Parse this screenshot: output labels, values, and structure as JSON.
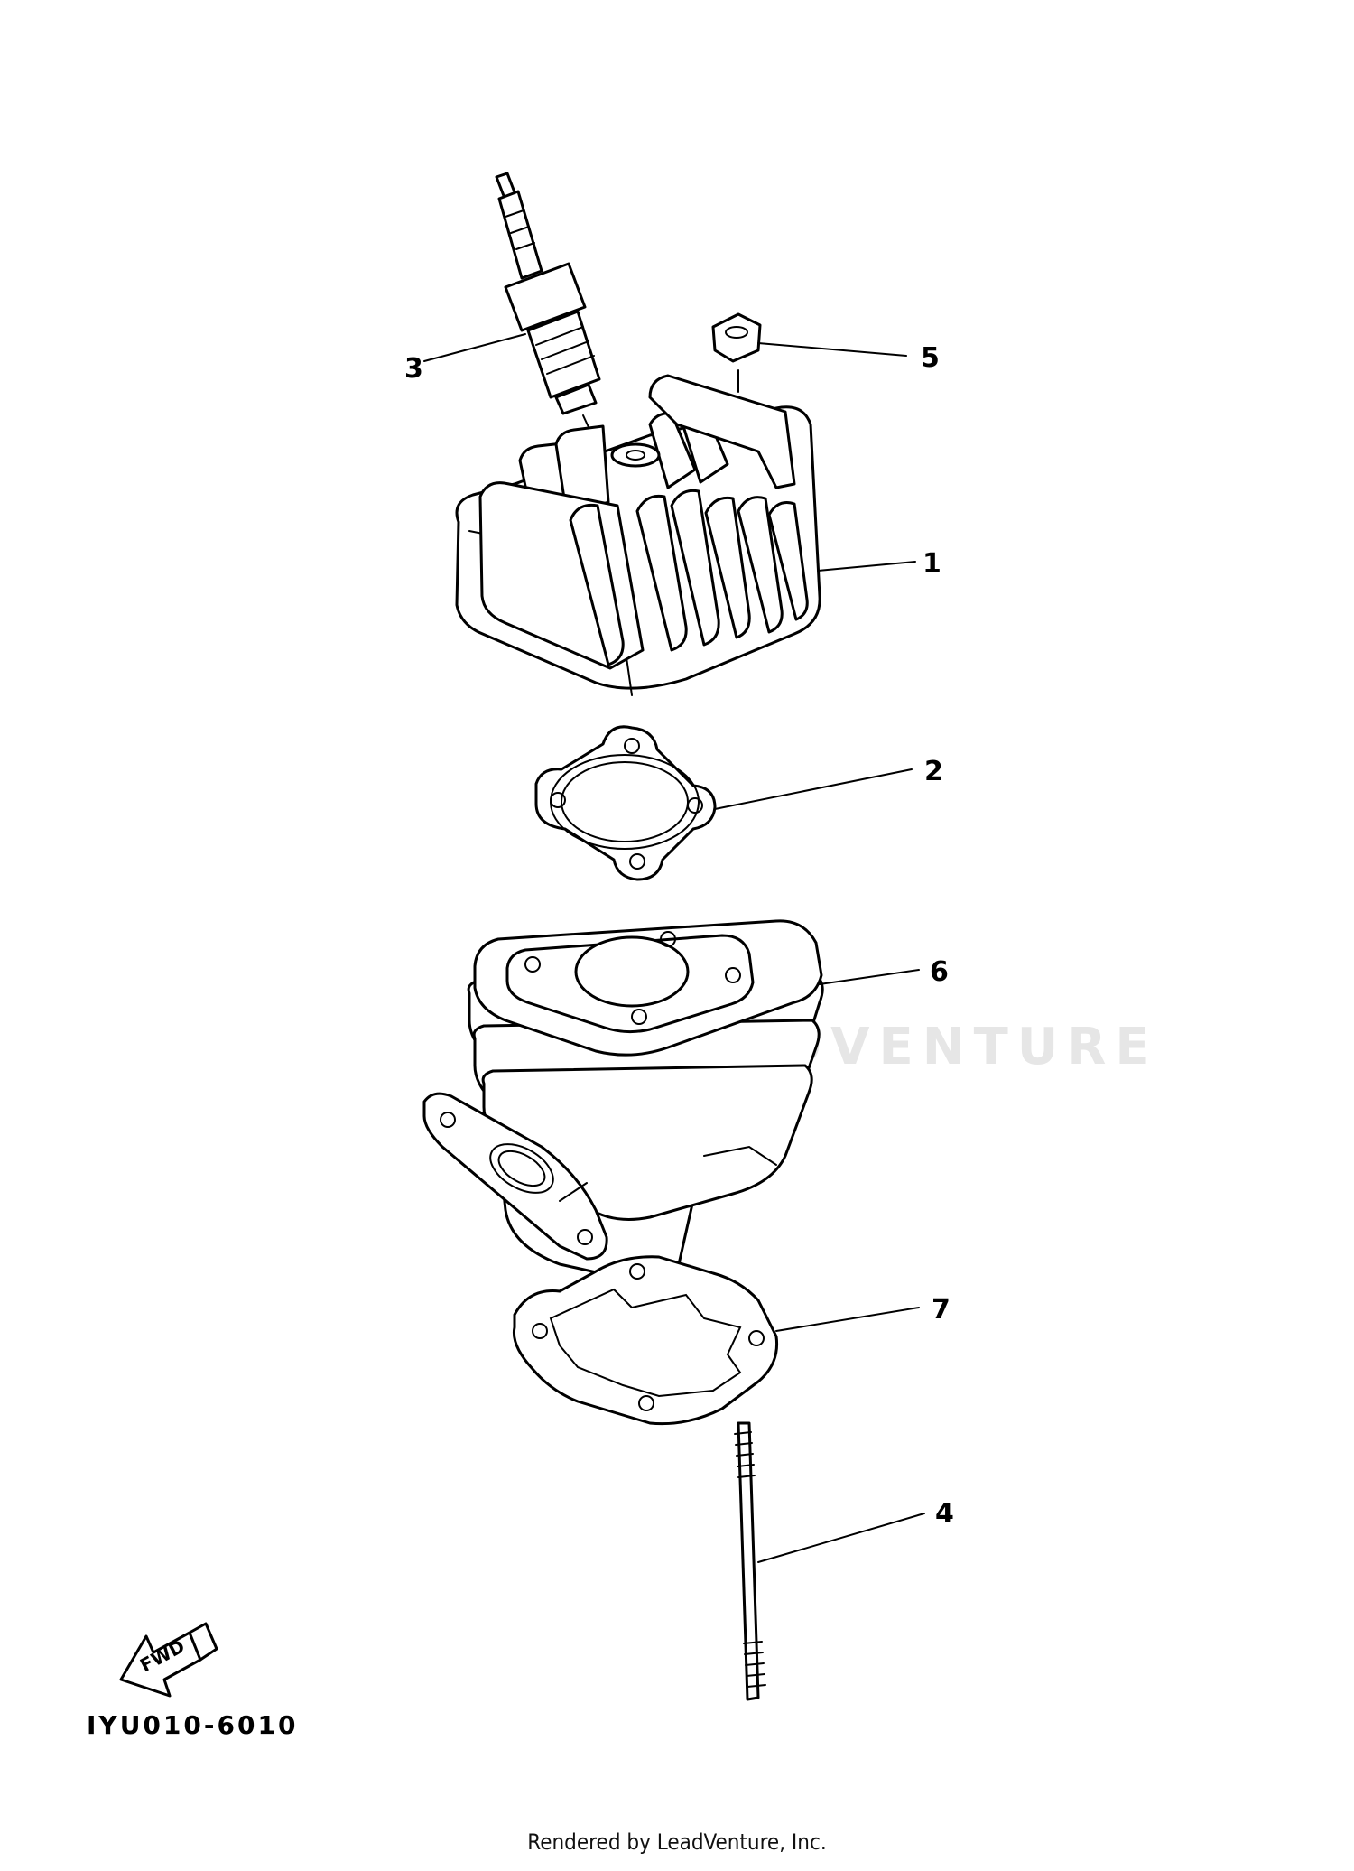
{
  "diagram": {
    "callouts": [
      {
        "id": "1",
        "label": "1"
      },
      {
        "id": "2",
        "label": "2"
      },
      {
        "id": "3",
        "label": "3"
      },
      {
        "id": "4",
        "label": "4"
      },
      {
        "id": "5",
        "label": "5"
      },
      {
        "id": "6",
        "label": "6"
      },
      {
        "id": "7",
        "label": "7"
      }
    ],
    "fwd_label": "FWD",
    "diagram_code": "IYU010-6010",
    "watermark": "LEADVENTURE"
  },
  "footer": {
    "credit": "Rendered by LeadVenture, Inc."
  }
}
